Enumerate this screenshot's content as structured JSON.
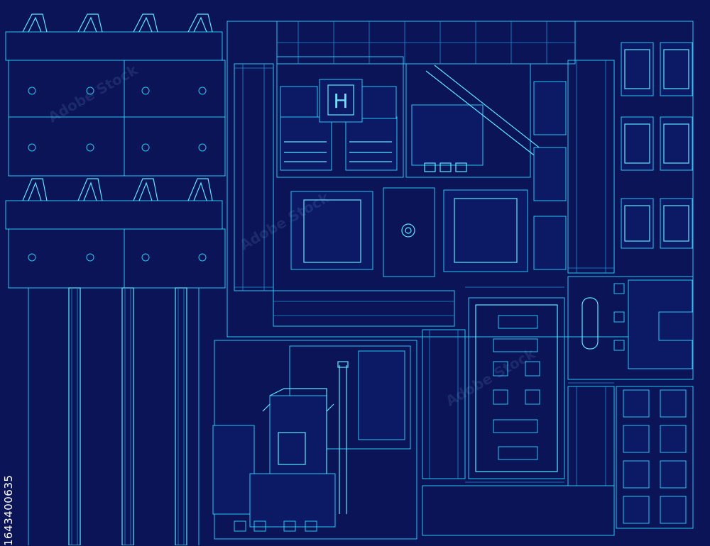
{
  "image_id_text": "1643400635",
  "watermark_text": "Adobe Stock",
  "helipad_letter": "H",
  "colors": {
    "background": "#0b1457",
    "line": "#29c6f2",
    "glow": "#5ee8ff",
    "text_vertical": "#ffffff"
  }
}
